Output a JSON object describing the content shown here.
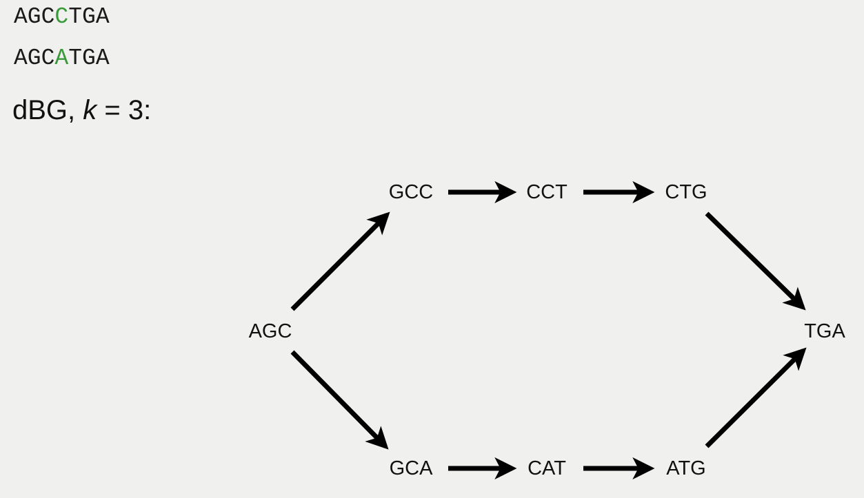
{
  "sequences": [
    {
      "prefix": "AGC",
      "variant": "C",
      "suffix": "TGA"
    },
    {
      "prefix": "AGC",
      "variant": "A",
      "suffix": "TGA"
    }
  ],
  "caption": {
    "text": "dBG, ",
    "k_var": "k",
    "rest": " = 3:"
  },
  "colors": {
    "variant": "#3a9a3a",
    "edge": "#000000",
    "background": "#f0f0ef"
  },
  "graph": {
    "nodes": [
      {
        "id": "AGC",
        "label": "AGC"
      },
      {
        "id": "GCC",
        "label": "GCC"
      },
      {
        "id": "CCT",
        "label": "CCT"
      },
      {
        "id": "CTG",
        "label": "CTG"
      },
      {
        "id": "TGA",
        "label": "TGA"
      },
      {
        "id": "GCA",
        "label": "GCA"
      },
      {
        "id": "CAT",
        "label": "CAT"
      },
      {
        "id": "ATG",
        "label": "ATG"
      }
    ],
    "edges": [
      {
        "from": "AGC",
        "to": "GCC"
      },
      {
        "from": "GCC",
        "to": "CCT"
      },
      {
        "from": "CCT",
        "to": "CTG"
      },
      {
        "from": "CTG",
        "to": "TGA"
      },
      {
        "from": "AGC",
        "to": "GCA"
      },
      {
        "from": "GCA",
        "to": "CAT"
      },
      {
        "from": "CAT",
        "to": "ATG"
      },
      {
        "from": "ATG",
        "to": "TGA"
      }
    ]
  }
}
